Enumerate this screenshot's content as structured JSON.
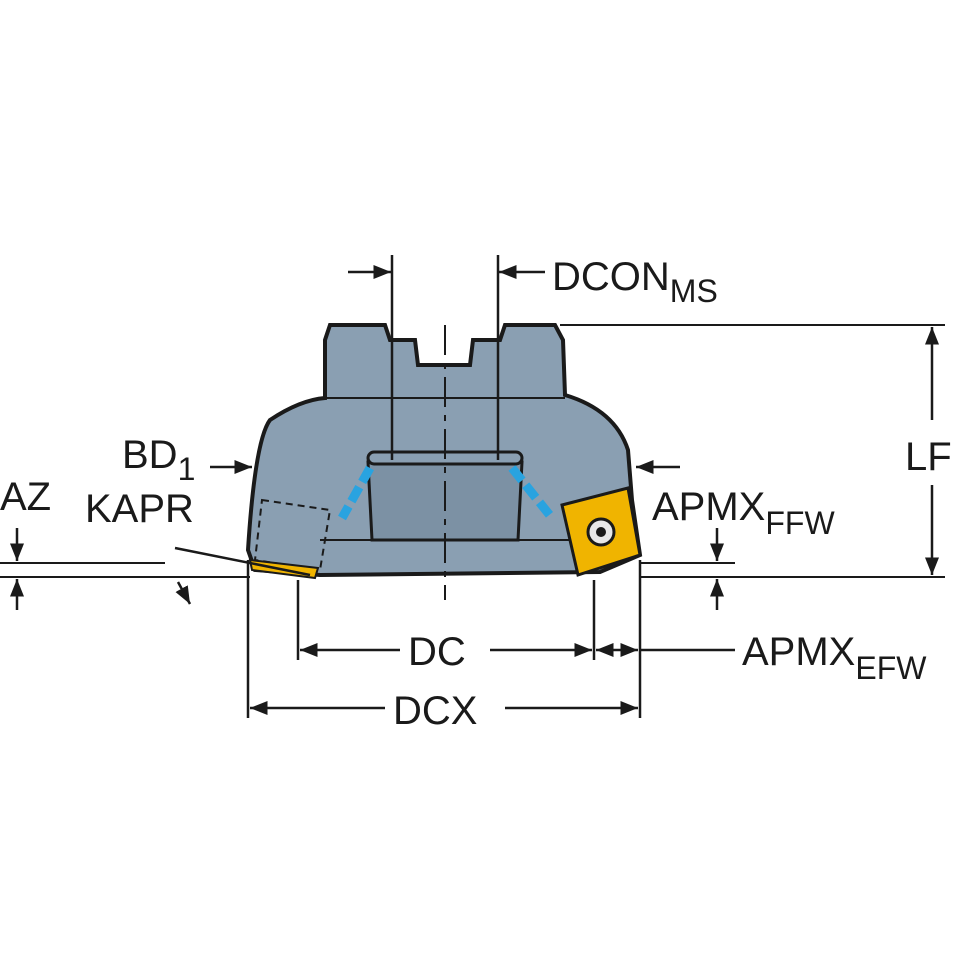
{
  "colors": {
    "body": "#8a9fb2",
    "body_shade": "#6f8497",
    "insert": "#f0b400",
    "coolant": "#29a3e0",
    "line": "#1a1a1a"
  },
  "labels": {
    "dcon": {
      "main": "DCON",
      "sub": "MS"
    },
    "bd": {
      "main": "BD",
      "sub": "1"
    },
    "kapr": "KAPR",
    "az": "AZ",
    "apmx_ffw": {
      "main": "APMX",
      "sub": "FFW"
    },
    "lf": "LF",
    "dc": "DC",
    "dcx": "DCX",
    "apmx_efw": {
      "main": "APMX",
      "sub": "EFW"
    }
  }
}
